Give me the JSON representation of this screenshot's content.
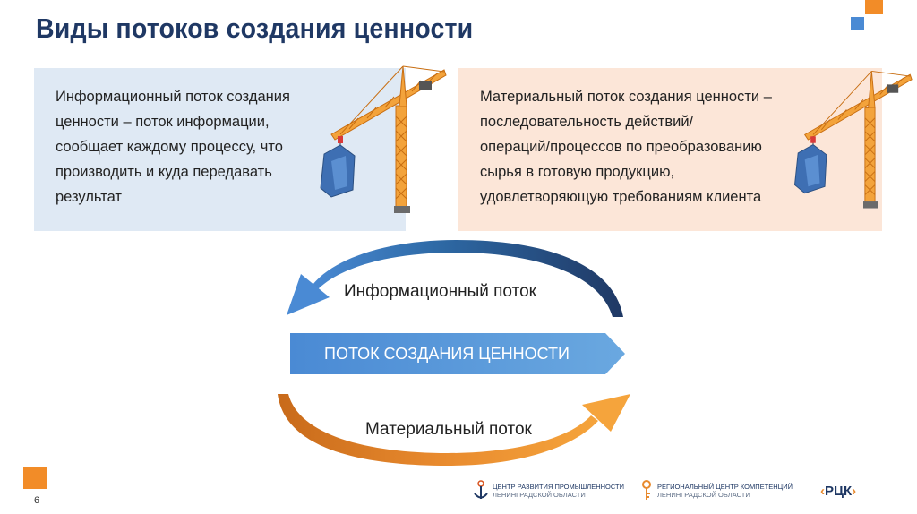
{
  "title": "Виды потоков создания ценности",
  "info_box": {
    "lines": [
      "Информационный поток создания",
      "ценности – поток информации,",
      "сообщает каждому процессу, что",
      "производить и куда передавать",
      "результат"
    ]
  },
  "material_box": {
    "lines": [
      "Материальный поток создания ценности –",
      "последовательность действий/",
      "операций/процессов по преобразованию",
      "сырья в готовую продукцию,",
      "удовлетворяющую требованиям клиента"
    ]
  },
  "flow": {
    "info_label": "Информационный поток",
    "center_label": "ПОТОК СОЗДАНИЯ ЦЕННОСТИ",
    "material_label": "Материальный поток"
  },
  "footer": {
    "page_number": "6",
    "logo1_line1": "ЦЕНТР РАЗВИТИЯ ПРОМЫШЛЕННОСТИ",
    "logo1_line2": "ЛЕНИНГРАДСКОЙ ОБЛАСТИ",
    "logo2_line1": "РЕГИОНАЛЬНЫЙ ЦЕНТР КОМПЕТЕНЦИЙ",
    "logo2_line2": "ЛЕНИНГРАДСКОЙ ОБЛАСТИ",
    "logo3": "РЦК"
  },
  "colors": {
    "title": "#1f3864",
    "info_bg": "#dfe9f4",
    "material_bg": "#fce6d8",
    "center_arrow": "#5b9bd5",
    "info_arc": "#1f4e79",
    "material_arc": "#e88a2e",
    "accent_orange": "#f28c28",
    "accent_blue": "#4a8ad4"
  }
}
